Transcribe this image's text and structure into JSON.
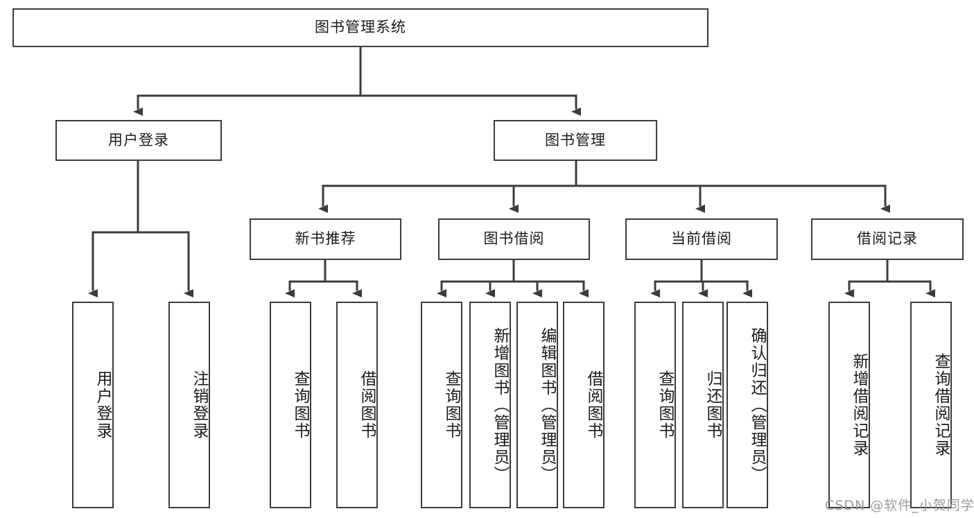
{
  "diagram": {
    "title": "图书管理系统",
    "type": "hierarchy-tree",
    "orientation": "top-down",
    "colors": {
      "stroke": "#3b3b3b",
      "fill": "#ffffff",
      "text": "#1a1a1a",
      "watermark": "#9a9a9a"
    },
    "root": {
      "label": "图书管理系统"
    },
    "level2": [
      {
        "label": "用户登录"
      },
      {
        "label": "图书管理"
      }
    ],
    "level3": [
      {
        "label": "新书推荐"
      },
      {
        "label": "图书借阅"
      },
      {
        "label": "当前借阅"
      },
      {
        "label": "借阅记录"
      }
    ],
    "leaves": {
      "user_login": [
        {
          "label": "用户登录"
        },
        {
          "label": "注销登录"
        }
      ],
      "new_book_recommend": [
        {
          "label": "查询图书"
        },
        {
          "label": "借阅图书"
        }
      ],
      "book_borrow": [
        {
          "label": "查询图书"
        },
        {
          "label": "新增图书（管理员）"
        },
        {
          "label": "编辑图书（管理员）"
        },
        {
          "label": "借阅图书"
        }
      ],
      "current_borrow": [
        {
          "label": "查询图书"
        },
        {
          "label": "归还图书"
        },
        {
          "label": "确认归还（管理员）"
        }
      ],
      "borrow_record": [
        {
          "label": "新增借阅记录"
        },
        {
          "label": "查询借阅记录"
        }
      ]
    }
  },
  "watermark": {
    "text": "CSDN @软件_小贺同学"
  }
}
